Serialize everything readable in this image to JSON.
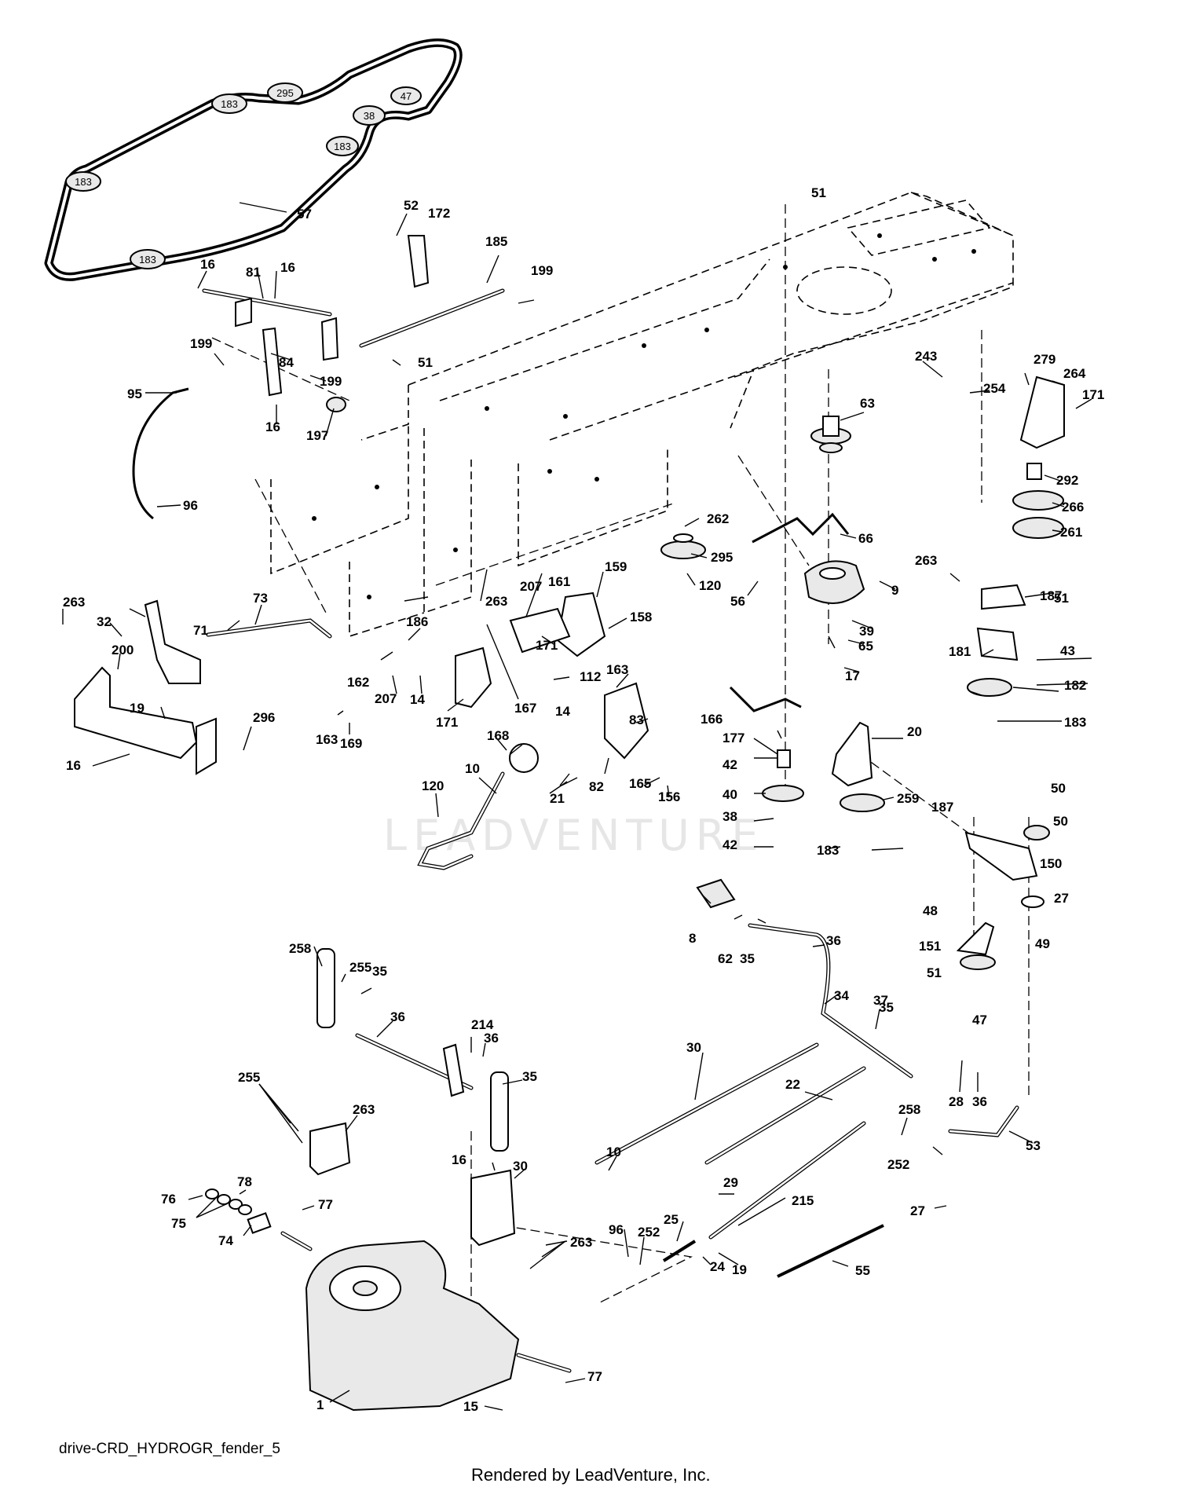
{
  "diagram": {
    "filename_label": "drive-CRD_HYDROGR_fender_5",
    "rendered_by": "Rendered by LeadVenture, Inc.",
    "watermark": "LEADVENTURE"
  },
  "belt_pulley_labels": [
    "295",
    "47",
    "183",
    "38",
    "183",
    "183",
    "183"
  ],
  "callouts": [
    "57",
    "52",
    "172",
    "185",
    "199",
    "51",
    "16",
    "81",
    "16",
    "199",
    "84",
    "51",
    "199",
    "95",
    "197",
    "16",
    "96",
    "243",
    "254",
    "279",
    "264",
    "171",
    "63",
    "292",
    "266",
    "262",
    "295",
    "66",
    "261",
    "120",
    "56",
    "263",
    "9",
    "51",
    "263",
    "32",
    "73",
    "71",
    "200",
    "19",
    "16",
    "296",
    "263",
    "207",
    "161",
    "159",
    "158",
    "162",
    "186",
    "207",
    "14",
    "163",
    "169",
    "171",
    "167",
    "171",
    "112",
    "14",
    "163",
    "83",
    "168",
    "21",
    "82",
    "165",
    "156",
    "166",
    "177",
    "42",
    "40",
    "38",
    "42",
    "39",
    "65",
    "17",
    "20",
    "259",
    "183",
    "187",
    "181",
    "43",
    "182",
    "183",
    "187",
    "50",
    "50",
    "150",
    "48",
    "27",
    "151",
    "49",
    "51",
    "47",
    "120",
    "10",
    "8",
    "62",
    "35",
    "36",
    "34",
    "37",
    "258",
    "255",
    "35",
    "36",
    "214",
    "36",
    "35",
    "255",
    "263",
    "30",
    "22",
    "28",
    "36",
    "35",
    "258",
    "10",
    "252",
    "53",
    "29",
    "16",
    "30",
    "78",
    "76",
    "77",
    "75",
    "74",
    "263",
    "215",
    "96",
    "252",
    "25",
    "24",
    "19",
    "27",
    "55",
    "77",
    "1",
    "15"
  ]
}
